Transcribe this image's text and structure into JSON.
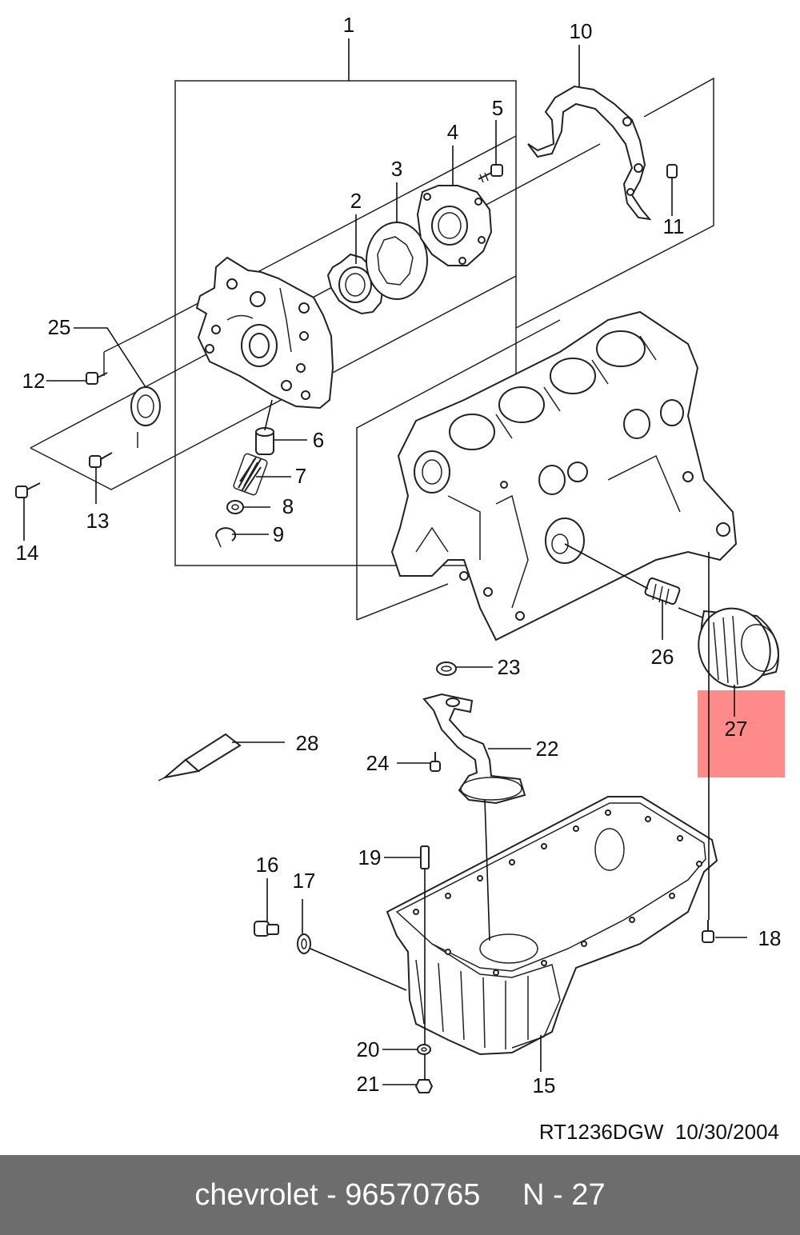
{
  "diagram": {
    "callouts": {
      "c1": "1",
      "c2": "2",
      "c3": "3",
      "c4": "4",
      "c5": "5",
      "c6": "6",
      "c7": "7",
      "c8": "8",
      "c9": "9",
      "c10": "10",
      "c11": "11",
      "c12": "12",
      "c13": "13",
      "c14": "14",
      "c15": "15",
      "c16": "16",
      "c17": "17",
      "c18": "18",
      "c19": "19",
      "c20": "20",
      "c21": "21",
      "c22": "22",
      "c23": "23",
      "c24": "24",
      "c25": "25",
      "c26": "26",
      "c27": "27",
      "c28": "28"
    },
    "highlight_color": "#ff8a8a",
    "reference": "RT1236DGW  10/30/2004"
  },
  "footer": {
    "text": "chevrolet - 96570765     N - 27",
    "background": "#6d6d6d"
  }
}
